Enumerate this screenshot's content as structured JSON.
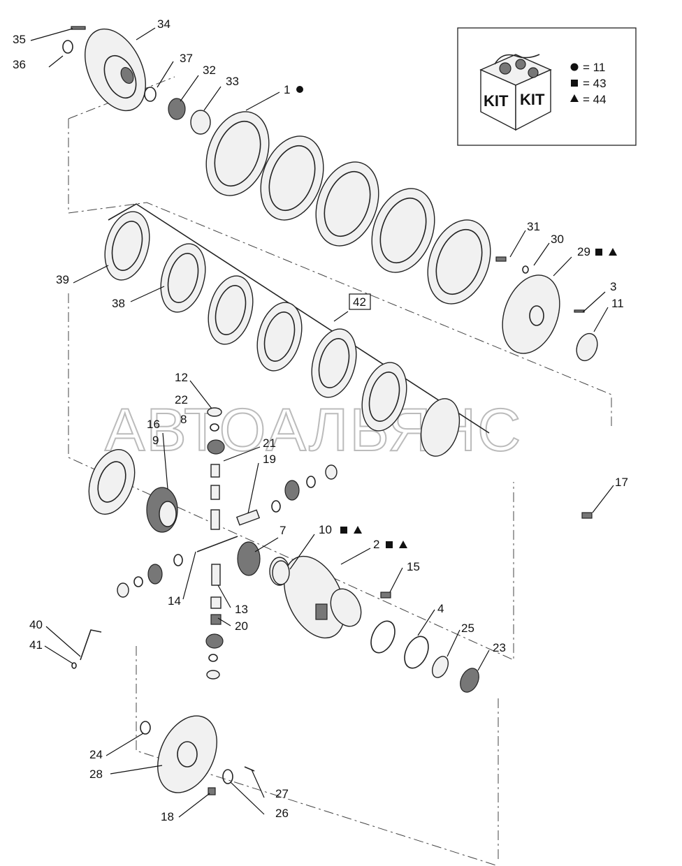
{
  "watermark": "АВТОАЛЬЯНС",
  "kit_legend": {
    "kit_label_left": "KIT",
    "kit_label_right": "KIT",
    "entries": [
      {
        "symbol": "circle",
        "text": "= 11"
      },
      {
        "symbol": "square",
        "text": "= 43"
      },
      {
        "symbol": "triangle",
        "text": "= 44"
      }
    ]
  },
  "callouts": {
    "c1": "1",
    "c2": "2",
    "c3": "3",
    "c4": "4",
    "c7": "7",
    "c8": "8",
    "c9": "9",
    "c10": "10",
    "c11": "11",
    "c12": "12",
    "c13": "13",
    "c14": "14",
    "c15": "15",
    "c16": "16",
    "c17": "17",
    "c18": "18",
    "c19": "19",
    "c20": "20",
    "c21": "21",
    "c22": "22",
    "c23": "23",
    "c24": "24",
    "c25": "25",
    "c26": "26",
    "c27": "27",
    "c28": "28",
    "c29": "29",
    "c30": "30",
    "c31": "31",
    "c32": "32",
    "c33": "33",
    "c34": "34",
    "c35": "35",
    "c36": "36",
    "c37": "37",
    "c38": "38",
    "c39": "39",
    "c40": "40",
    "c41": "41",
    "c42": "42"
  },
  "callout_symbols": {
    "c1": [
      "circle"
    ],
    "c29": [
      "square",
      "triangle"
    ],
    "c10": [
      "square",
      "triangle"
    ],
    "c2": [
      "square",
      "triangle"
    ]
  }
}
